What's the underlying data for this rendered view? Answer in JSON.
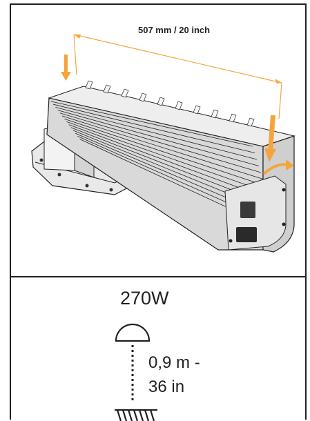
{
  "product": {
    "length_label": "507 mm / 20 inch"
  },
  "lamp": {
    "wattage": "270W",
    "distance_line1": "0,9 m -",
    "distance_line2": "36 in"
  },
  "colors": {
    "accent": "#f3a53c",
    "ink": "#231f20",
    "metal": "#d9d9d9"
  },
  "icons": [
    "down-arrow-icon",
    "rotate-arrow-icon",
    "lamp-dome-icon",
    "plant-canopy-icon"
  ]
}
